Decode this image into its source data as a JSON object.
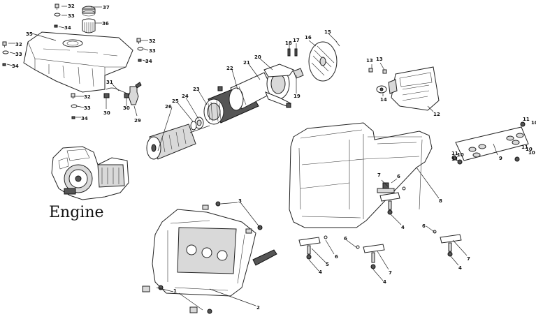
{
  "diagram": {
    "title": "Engine",
    "callouts": [
      {
        "id": "c1",
        "label": "1"
      },
      {
        "id": "c2",
        "label": "2"
      },
      {
        "id": "c3",
        "label": "3"
      },
      {
        "id": "c4a",
        "label": "4"
      },
      {
        "id": "c4b",
        "label": "4"
      },
      {
        "id": "c4c",
        "label": "4"
      },
      {
        "id": "c4d",
        "label": "4"
      },
      {
        "id": "c5",
        "label": "5"
      },
      {
        "id": "c6a",
        "label": "6"
      },
      {
        "id": "c6b",
        "label": "6"
      },
      {
        "id": "c6c",
        "label": "6"
      },
      {
        "id": "c6d",
        "label": "6"
      },
      {
        "id": "c7a",
        "label": "7"
      },
      {
        "id": "c7b",
        "label": "7"
      },
      {
        "id": "c7c",
        "label": "7"
      },
      {
        "id": "c8",
        "label": "8"
      },
      {
        "id": "c9",
        "label": "9"
      },
      {
        "id": "c10a",
        "label": "10"
      },
      {
        "id": "c10b",
        "label": "10"
      },
      {
        "id": "c10c",
        "label": "10"
      },
      {
        "id": "c10d",
        "label": "10"
      },
      {
        "id": "c11a",
        "label": "11"
      },
      {
        "id": "c11b",
        "label": "11"
      },
      {
        "id": "c11c",
        "label": "11"
      },
      {
        "id": "c11d",
        "label": "11"
      },
      {
        "id": "c12",
        "label": "12"
      },
      {
        "id": "c13a",
        "label": "13"
      },
      {
        "id": "c13b",
        "label": "13"
      },
      {
        "id": "c14",
        "label": "14"
      },
      {
        "id": "c15",
        "label": "15"
      },
      {
        "id": "c16",
        "label": "16"
      },
      {
        "id": "c17",
        "label": "17"
      },
      {
        "id": "c18",
        "label": "18"
      },
      {
        "id": "c19",
        "label": "19"
      },
      {
        "id": "c20",
        "label": "20"
      },
      {
        "id": "c21",
        "label": "21"
      },
      {
        "id": "c22",
        "label": "22"
      },
      {
        "id": "c23",
        "label": "23"
      },
      {
        "id": "c24",
        "label": "24"
      },
      {
        "id": "c25",
        "label": "25"
      },
      {
        "id": "c26",
        "label": "26"
      },
      {
        "id": "c29",
        "label": "29"
      },
      {
        "id": "c30a",
        "label": "30"
      },
      {
        "id": "c30b",
        "label": "30"
      },
      {
        "id": "c31",
        "label": "31"
      },
      {
        "id": "c32a",
        "label": "32"
      },
      {
        "id": "c32b",
        "label": "32"
      },
      {
        "id": "c32c",
        "label": "32"
      },
      {
        "id": "c32d",
        "label": "32"
      },
      {
        "id": "c33a",
        "label": "33"
      },
      {
        "id": "c33b",
        "label": "33"
      },
      {
        "id": "c33c",
        "label": "33"
      },
      {
        "id": "c33d",
        "label": "33"
      },
      {
        "id": "c34a",
        "label": "34"
      },
      {
        "id": "c34b",
        "label": "34"
      },
      {
        "id": "c34c",
        "label": "34"
      },
      {
        "id": "c34d",
        "label": "34"
      },
      {
        "id": "c35",
        "label": "35"
      },
      {
        "id": "c36",
        "label": "36"
      },
      {
        "id": "c37",
        "label": "37"
      }
    ]
  }
}
